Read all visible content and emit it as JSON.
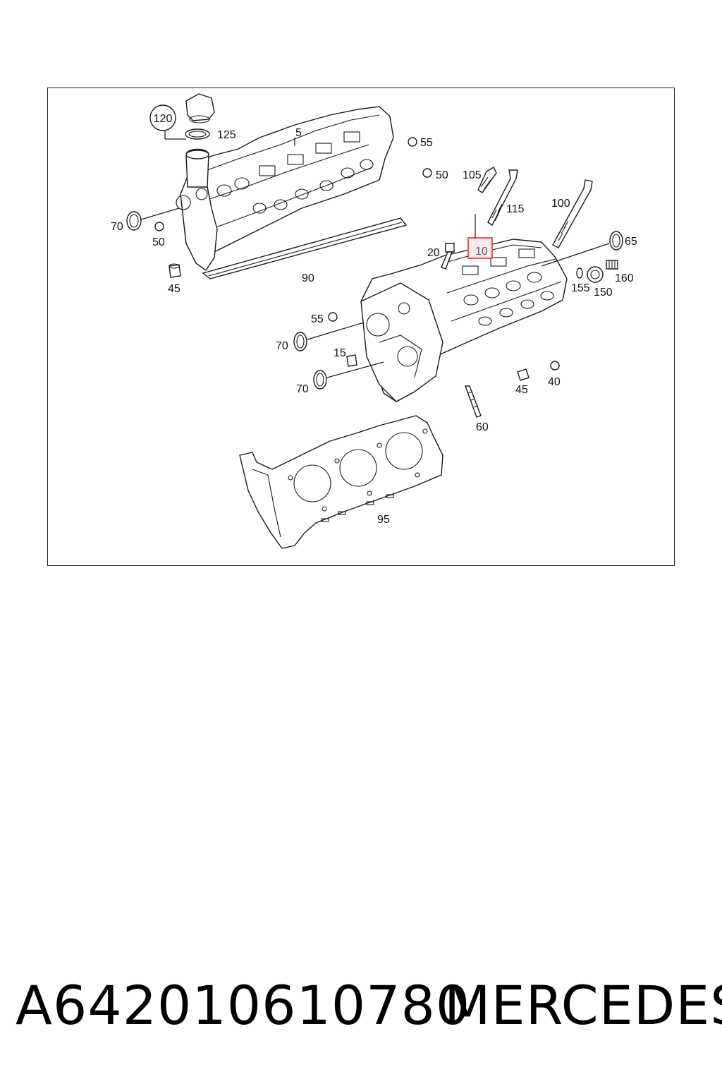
{
  "diagram": {
    "callouts": [
      {
        "id": "120",
        "circled": true
      },
      {
        "id": "125"
      },
      {
        "id": "5"
      },
      {
        "id": "55"
      },
      {
        "id": "50"
      },
      {
        "id": "105"
      },
      {
        "id": "115"
      },
      {
        "id": "100"
      },
      {
        "id": "70"
      },
      {
        "id": "50"
      },
      {
        "id": "20"
      },
      {
        "id": "10",
        "highlighted": true,
        "highlight_color": "#e03030"
      },
      {
        "id": "65"
      },
      {
        "id": "160"
      },
      {
        "id": "155"
      },
      {
        "id": "150"
      },
      {
        "id": "45"
      },
      {
        "id": "90"
      },
      {
        "id": "55"
      },
      {
        "id": "70"
      },
      {
        "id": "15"
      },
      {
        "id": "70"
      },
      {
        "id": "45"
      },
      {
        "id": "40"
      },
      {
        "id": "60"
      },
      {
        "id": "95"
      }
    ]
  },
  "caption": {
    "part_number": "A642010610780",
    "brand": "MERCEDES"
  }
}
